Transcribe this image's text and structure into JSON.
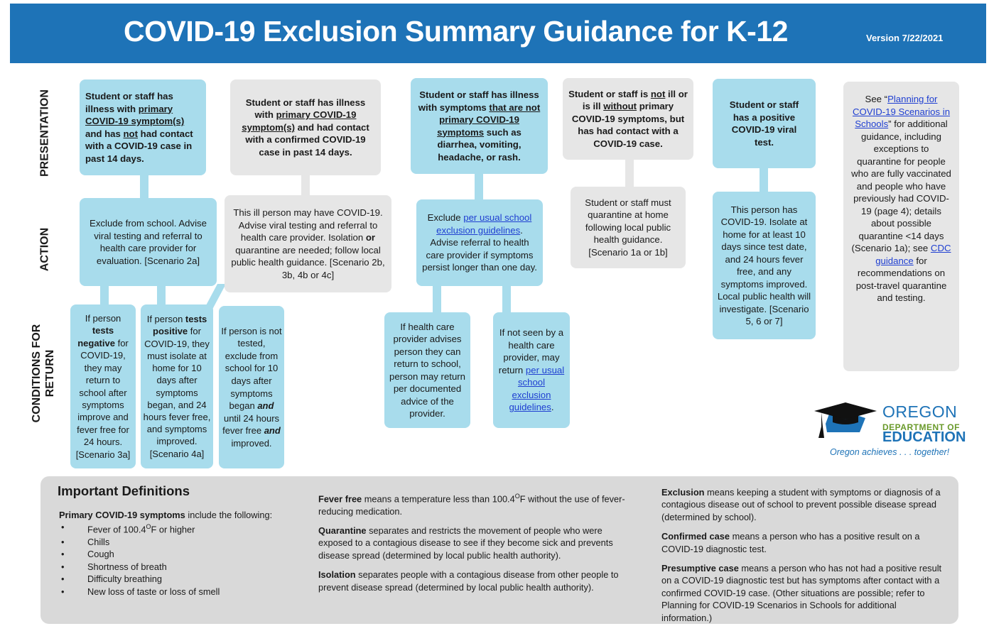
{
  "header": {
    "title": "COVID-19 Exclusion Summary Guidance for K-12",
    "version": "Version 7/22/2021"
  },
  "row_labels": {
    "presentation": "PRESENTATION",
    "action": "ACTION",
    "conditions": "CONDITIONS FOR RETURN"
  },
  "presentation": {
    "p1": [
      "Student or staff has illness with ",
      "primary COVID-19 symptom(s)",
      " and has ",
      "not",
      " had contact with a COVID-19 case in past 14 days."
    ],
    "p2": [
      "Student or staff has illness with ",
      "primary COVID-19 symptom(s)",
      " and had contact with a confirmed COVID-19 case in past 14 days."
    ],
    "p3": [
      "Student or staff has illness with symptoms ",
      "that are not primary COVID-19 symptoms",
      " such as diarrhea, vomiting, headache, or rash."
    ],
    "p4": [
      "Student or staff is ",
      "not",
      " ill or is ill ",
      "without",
      " primary COVID-19 symptoms, but has had contact with a COVID-19 case."
    ],
    "p5": "Student or staff has a positive COVID-19 viral test."
  },
  "action": {
    "a1": "Exclude from school. Advise viral testing and referral to health care provider for evaluation. [Scenario 2a]",
    "a2": [
      "This ill person may have COVID-19. Advise viral testing and referral to health care provider. Isolation ",
      "or",
      " quarantine are needed; follow local public health guidance. [Scenario 2b, 3b, 4b or 4c]"
    ],
    "a3": [
      "Exclude ",
      "per usual school exclusion guidelines",
      ". Advise referral to health care provider if symptoms persist longer than one day."
    ],
    "a4": "Student or staff must quarantine at home following local public health guidance. [Scenario 1a or 1b]",
    "a5": "This person has COVID-19. Isolate at home for at least 10 days since test date, and 24 hours fever free, and any symptoms improved. Local public health will investigate. [Scenario 5, 6 or 7]"
  },
  "conditions": {
    "c1": [
      "If person ",
      "tests negative",
      " for COVID-19, they may return to school after symptoms improve and fever free for 24 hours. [Scenario 3a]"
    ],
    "c2": [
      "If person ",
      "tests positive",
      " for COVID-19, they must isolate at home for 10 days after symptoms began, and 24 hours fever free, and symptoms improved. [Scenario 4a]"
    ],
    "c3": [
      "If person is not tested, exclude from school for 10 days after symptoms began ",
      "and",
      " until 24 hours fever free ",
      "and",
      " improved."
    ],
    "c4": "If health care provider advises person they can return to school, person may return per documented advice of the provider.",
    "c5": [
      "If not seen by a health care provider, may return ",
      "per usual school exclusion guidelines",
      "."
    ]
  },
  "side_note": [
    "See “",
    "Planning for COVID-19 Scenarios in Schools",
    "” for additional guidance, including exceptions to quarantine for people who are fully vaccinated and people who have previously had COVID-19 (page 4); details about possible quarantine <14 days (Scenario 1a); see ",
    "CDC guidance",
    " for recommendations on post-travel quarantine and testing."
  ],
  "logo": {
    "line1": "OREGON",
    "line2": "DEPARTMENT OF",
    "line3": "EDUCATION",
    "tagline": "Oregon achieves . . . together!"
  },
  "definitions": {
    "heading": "Important Definitions",
    "primary_bold": "Primary COVID-19 symptoms",
    "primary_rest": " include the following:",
    "symptoms": [
      "Fever of 100.4",
      "Chills",
      "Cough",
      "Shortness of breath",
      "Difficulty breathing",
      "New loss of taste or loss of smell"
    ],
    "fever_deg": "O",
    "fever_tail": "F or higher",
    "fever_free_bold": "Fever free",
    "fever_free_text1": " means a temperature less than 100.4",
    "fever_free_text2": "F without the use of fever-reducing medication.",
    "quarantine_bold": "Quarantine",
    "quarantine_text": " separates and restricts the movement of people who were exposed to a contagious disease to see if they become sick and prevents disease spread (determined by local public health authority).",
    "isolation_bold": "Isolation",
    "isolation_text": " separates people with a contagious disease from other people to prevent disease spread (determined by local public health authority).",
    "exclusion_bold": "Exclusion",
    "exclusion_text": " means keeping a student with symptoms or diagnosis of a contagious disease out of school to prevent possible disease spread (determined by school).",
    "confirmed_bold": "Confirmed case",
    "confirmed_text": " means a person who has a positive result on a COVID-19 diagnostic test.",
    "presumptive_bold": "Presumptive case",
    "presumptive_text": " means a person who has not had a positive result on a COVID-19 diagnostic test but has symptoms after contact with a confirmed COVID-19 case. (Other situations are possible; refer to Planning for COVID-19 Scenarios in Schools for additional information.)"
  },
  "colors": {
    "header_blue": "#1e73b7",
    "box_blue": "#a8dcec",
    "box_gray": "#e6e6e6",
    "defs_gray": "#d9d9d9",
    "oregon_green": "#6a9a2b",
    "oregon_blue": "#1e73b7"
  }
}
